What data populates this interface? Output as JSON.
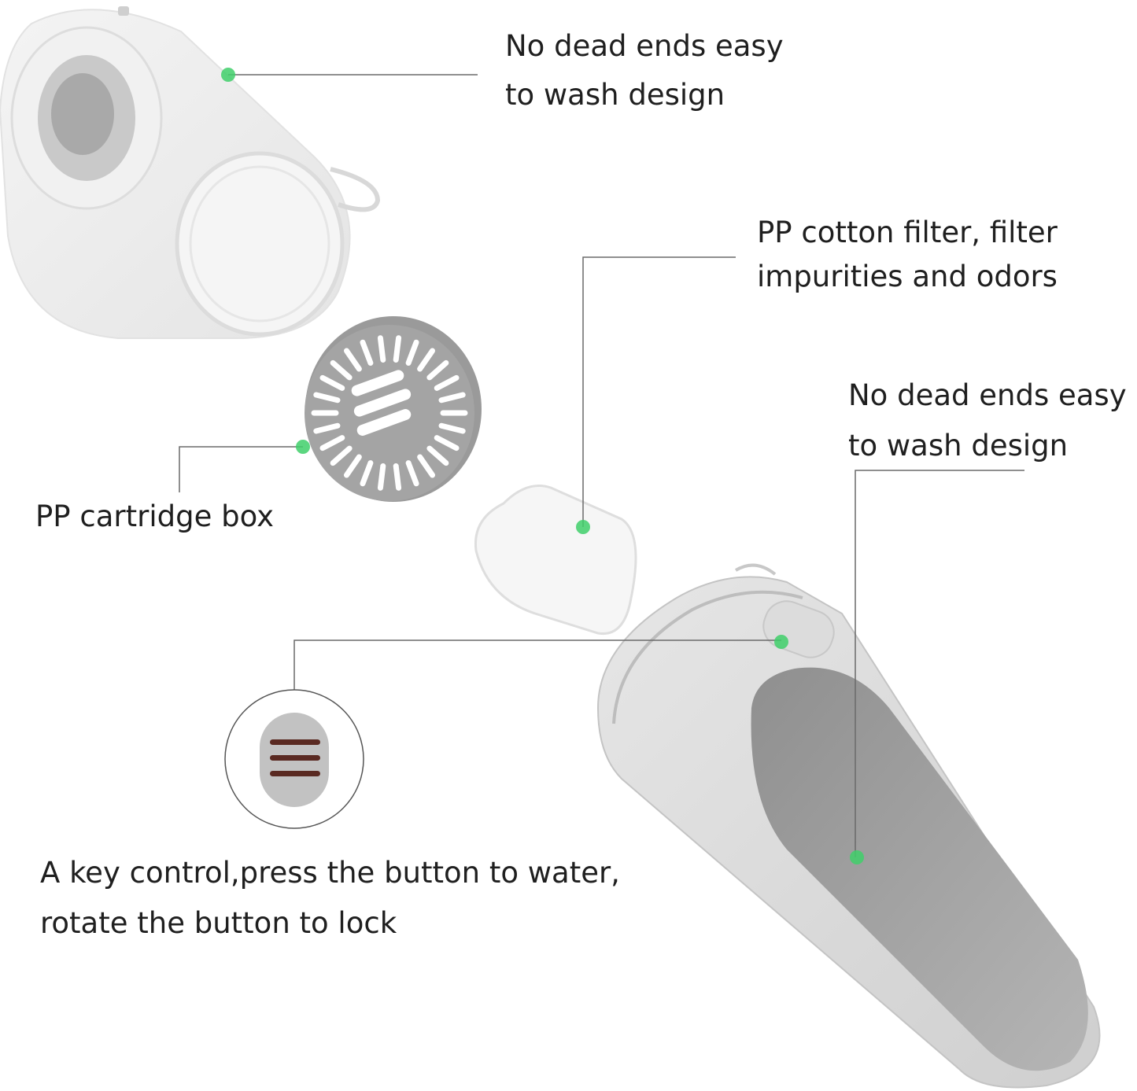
{
  "colors": {
    "callout_dot": "#3fcf6a",
    "leader_line": "#6a6a6a",
    "product_gray": "#d9d9d9",
    "bowl_inner": "#9e9e9e",
    "button_stripe": "#5a2a22"
  },
  "callouts": {
    "top_lid": {
      "line1": "No dead ends easy",
      "line2": "to wash design"
    },
    "cotton_filter": {
      "line1": "PP cotton filter, filter",
      "line2": "impurities and odors"
    },
    "cartridge_box": {
      "line1": "PP cartridge box"
    },
    "water_bowl": {
      "line1": "No dead ends easy",
      "line2": "to wash design"
    },
    "key_control": {
      "line1": "A key control,press the button to water,",
      "line2": "rotate the button to lock"
    }
  },
  "icons": {
    "button_detail": "three-stripe-button-icon"
  }
}
